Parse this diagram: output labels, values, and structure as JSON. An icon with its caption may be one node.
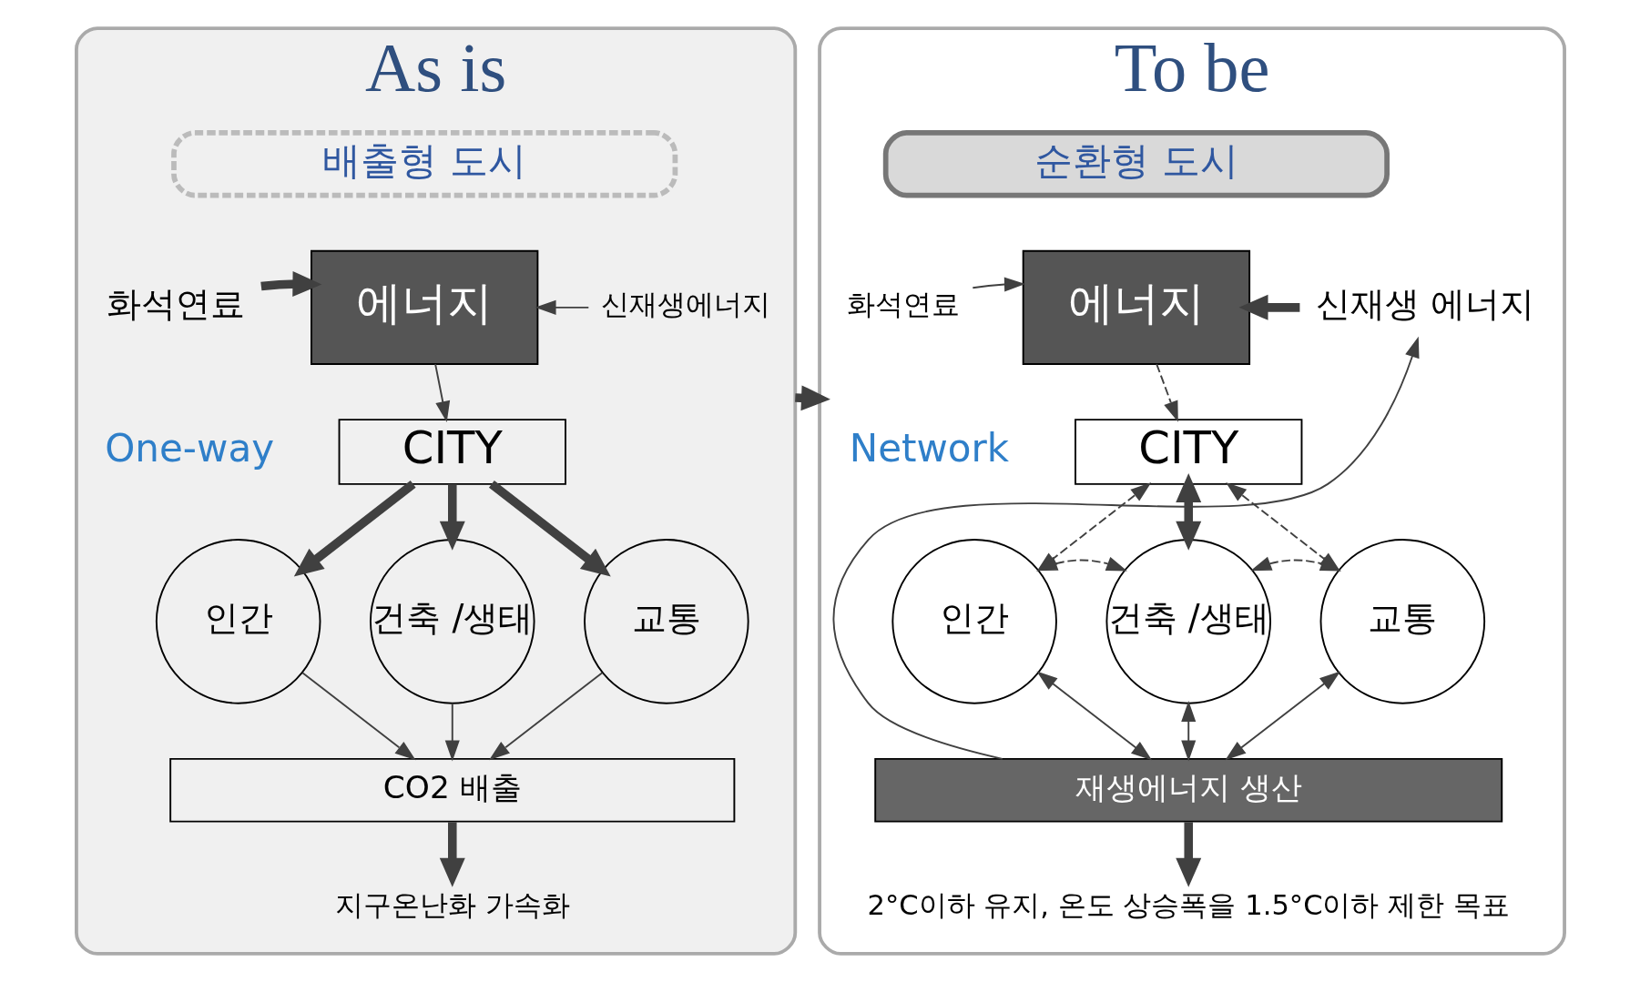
{
  "diagram": {
    "nodes": [
      {
        "text": [
          "As is"
        ]
      },
      {
        "text": [
          "배출형 도시"
        ],
        "in": 0
      },
      {
        "text": [
          "화석연료"
        ],
        "in": 0
      },
      {
        "text": [
          "에너지"
        ],
        "in": 0
      },
      {
        "text": [
          "신재생에너지"
        ],
        "in": 0
      },
      {
        "text": [
          "CITY"
        ],
        "in": 0,
        "beside": [
          "One-way"
        ]
      },
      {
        "text": [
          "인간"
        ],
        "in": 0
      },
      {
        "text": [
          "건축 /생태"
        ],
        "in": 0
      },
      {
        "text": [
          "교통"
        ],
        "in": 0
      },
      {
        "text": [
          "CO2 배출"
        ],
        "in": 0
      },
      {
        "text": [
          "지구온난화 가속화"
        ],
        "in": 0
      },
      {
        "text": [
          "To be"
        ]
      },
      {
        "text": [
          "순환형 도시"
        ],
        "in": 11
      },
      {
        "text": [
          "화석연료"
        ],
        "in": 11
      },
      {
        "text": [
          "에너지"
        ],
        "in": 11
      },
      {
        "text": [
          "신재생 에너지"
        ],
        "in": 11
      },
      {
        "text": [
          "CITY"
        ],
        "in": 11,
        "beside": [
          "Network"
        ]
      },
      {
        "text": [
          "인간"
        ],
        "in": 11
      },
      {
        "text": [
          "건축 /생태"
        ],
        "in": 11
      },
      {
        "text": [
          "교통"
        ],
        "in": 11
      },
      {
        "text": [
          "재생에너지 생산"
        ],
        "in": 11
      },
      {
        "text": [
          "2°C이하 유지, 온도 상승폭을 1.5°C이하 제한 목표"
        ],
        "in": 11
      }
    ],
    "edges": [
      {
        "from": 2,
        "to": 3,
        "arrow": "to",
        "style": "thick"
      },
      {
        "from": 4,
        "to": 3,
        "arrow": "to"
      },
      {
        "from": 3,
        "to": 5,
        "arrow": "to"
      },
      {
        "from": 5,
        "to": 6,
        "arrow": "to",
        "style": "thick"
      },
      {
        "from": 5,
        "to": 7,
        "arrow": "to",
        "style": "thick"
      },
      {
        "from": 5,
        "to": 8,
        "arrow": "to",
        "style": "thick"
      },
      {
        "from": 6,
        "to": 9,
        "arrow": "to"
      },
      {
        "from": 7,
        "to": 9,
        "arrow": "to"
      },
      {
        "from": 8,
        "to": 9,
        "arrow": "to"
      },
      {
        "from": 9,
        "to": 10,
        "arrow": "to",
        "style": "thick"
      },
      {
        "from": 0,
        "to": 11,
        "arrow": "to",
        "style": "thick"
      },
      {
        "from": 13,
        "to": 14,
        "arrow": "to"
      },
      {
        "from": 15,
        "to": 14,
        "arrow": "to",
        "style": "thick"
      },
      {
        "from": 14,
        "to": 16,
        "arrow": "to",
        "style": "dashed"
      },
      {
        "from": 16,
        "to": 17,
        "arrow": "both",
        "style": "dashed"
      },
      {
        "from": 16,
        "to": 19,
        "arrow": "both",
        "style": "dashed"
      },
      {
        "from": 16,
        "to": 18,
        "arrow": "both",
        "style": "thick"
      },
      {
        "from": 17,
        "to": 18,
        "arrow": "both",
        "style": "dashed"
      },
      {
        "from": 18,
        "to": 19,
        "arrow": "both",
        "style": "dashed"
      },
      {
        "from": 17,
        "to": 20,
        "arrow": "both"
      },
      {
        "from": 18,
        "to": 20,
        "arrow": "both"
      },
      {
        "from": 19,
        "to": 20,
        "arrow": "both"
      },
      {
        "from": 20,
        "to": 15,
        "arrow": "to"
      },
      {
        "from": 20,
        "to": 21,
        "arrow": "to",
        "style": "thick"
      }
    ]
  }
}
